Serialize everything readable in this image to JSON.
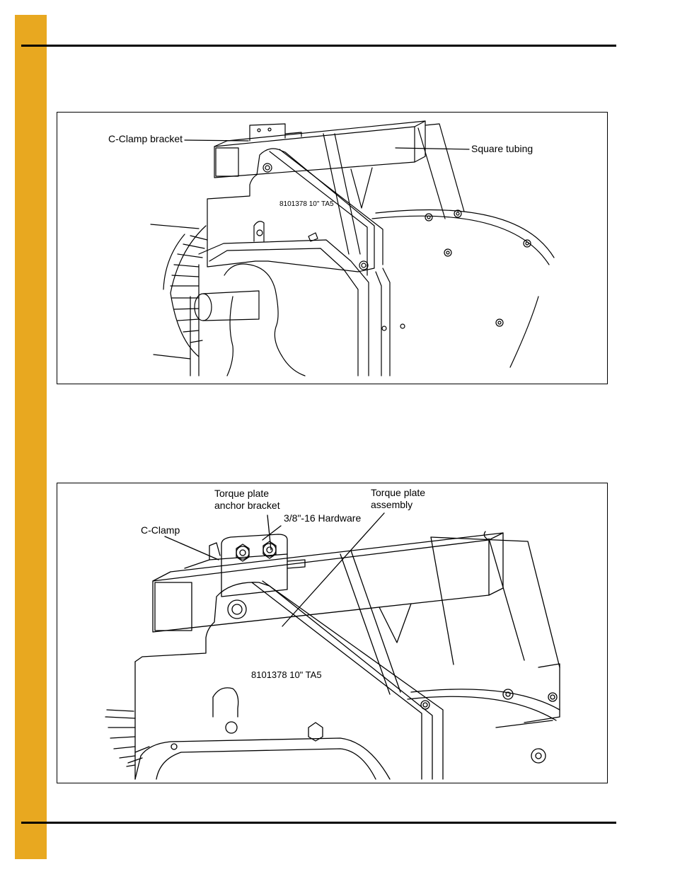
{
  "colors": {
    "side_tab": "#E8A820",
    "rule": "#000000",
    "line_art": "#000000"
  },
  "figure1": {
    "callouts": {
      "c_clamp_bracket": "C-Clamp bracket",
      "square_tubing": "Square tubing"
    },
    "plate_stamp": "8101378 10\" TA5"
  },
  "figure2": {
    "callouts": {
      "anchor_bracket_line1": "Torque plate",
      "anchor_bracket_line2": "anchor bracket",
      "assembly_line1": "Torque plate",
      "assembly_line2": "assembly",
      "hardware": "3/8\"-16 Hardware",
      "c_clamp": "C-Clamp"
    },
    "plate_stamp": "8101378 10\" TA5"
  }
}
